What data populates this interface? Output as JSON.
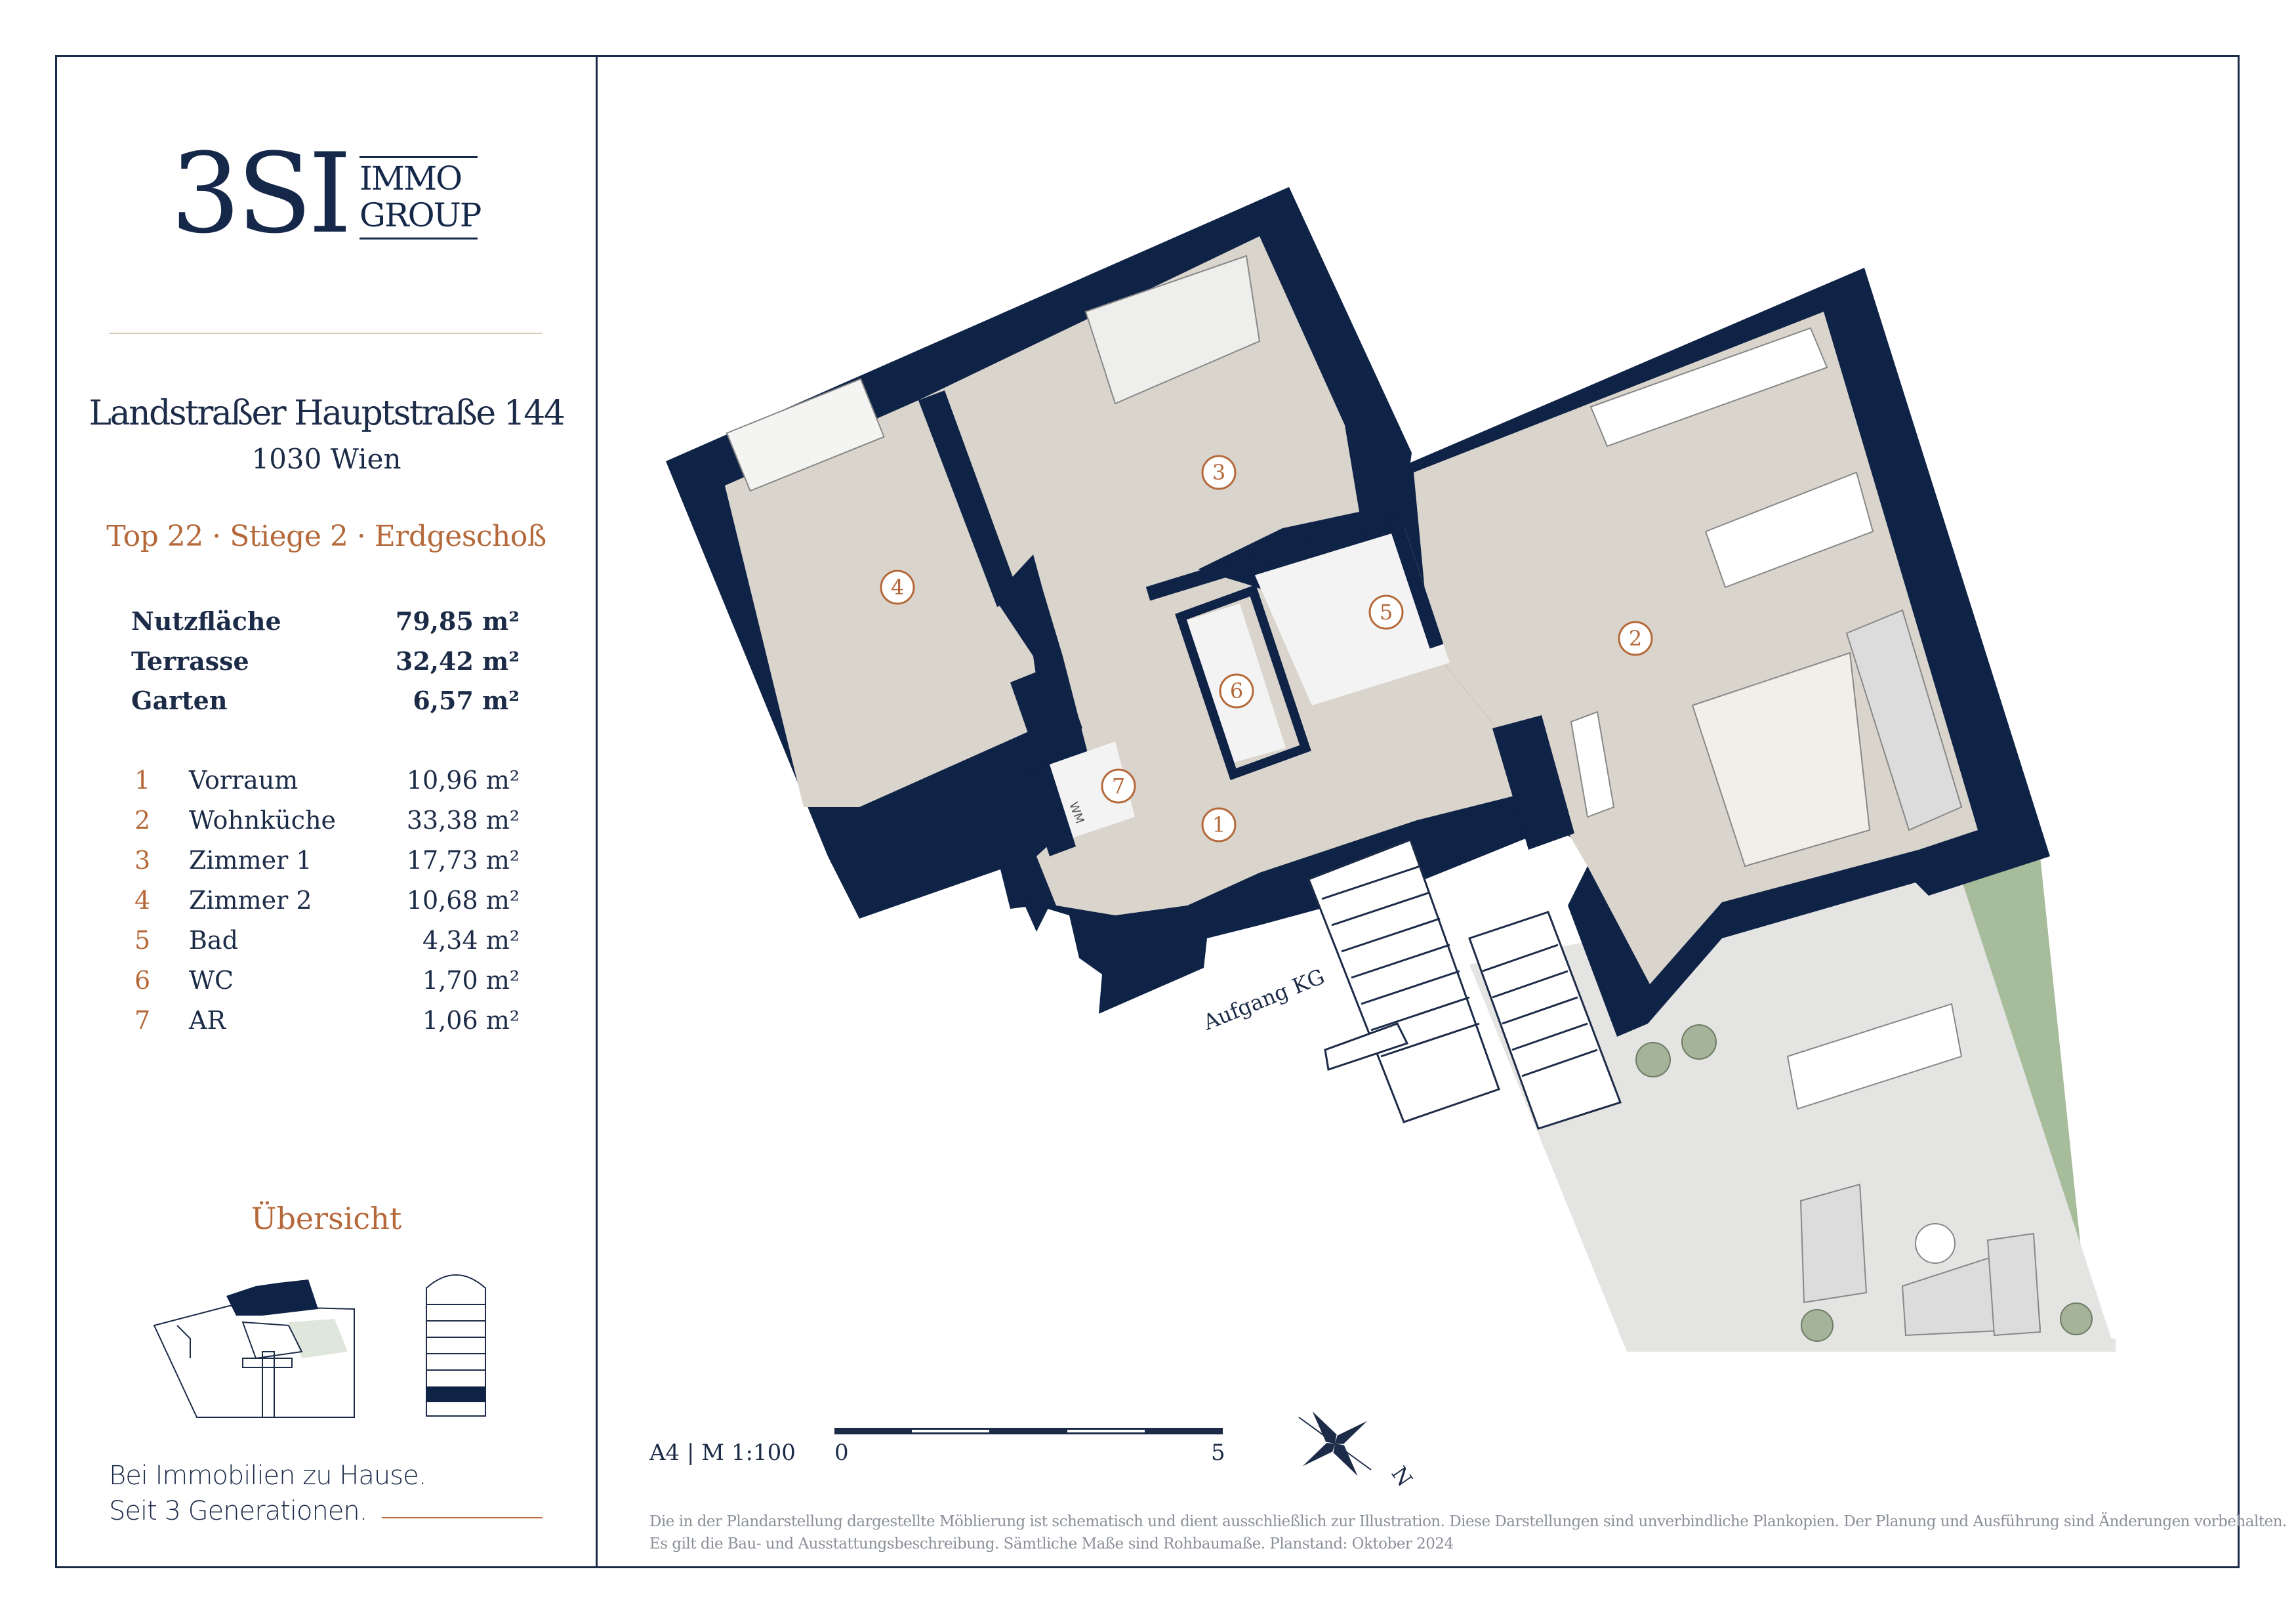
{
  "brand": {
    "logo_main": "3SI",
    "logo_line1": "IMMO",
    "logo_line2": "GROUP",
    "color_navy": "#16284a",
    "color_copper": "#b5693a"
  },
  "address": {
    "street": "Landstraßer Hauptstraße 144",
    "city": "1030 Wien"
  },
  "unit_line": "Top 22 · Stiege 2 · Erdgeschoß",
  "areas": [
    {
      "label": "Nutzfläche",
      "value": "79,85 m²"
    },
    {
      "label": "Terrasse",
      "value": "32,42 m²"
    },
    {
      "label": "Garten",
      "value": "6,57 m²"
    }
  ],
  "rooms": [
    {
      "num": "1",
      "name": "Vorraum",
      "area": "10,96 m²"
    },
    {
      "num": "2",
      "name": "Wohnküche",
      "area": "33,38 m²"
    },
    {
      "num": "3",
      "name": "Zimmer 1",
      "area": "17,73 m²"
    },
    {
      "num": "4",
      "name": "Zimmer 2",
      "area": "10,68 m²"
    },
    {
      "num": "5",
      "name": "Bad",
      "area": "4,34 m²"
    },
    {
      "num": "6",
      "name": "WC",
      "area": "1,70 m²"
    },
    {
      "num": "7",
      "name": "AR",
      "area": "1,06 m²"
    }
  ],
  "overview_title": "Übersicht",
  "slogan": [
    "Bei Immobilien zu Hause.",
    "Seit 3 Generationen."
  ],
  "plan": {
    "stair_label": "Aufgang KG",
    "wm_label": "WM",
    "compass_label": "N"
  },
  "scale": {
    "format": "A4 | M 1:100",
    "start": "0",
    "end": "5"
  },
  "disclaimer": [
    "Die in der Plandarstellung dargestellte Möblierung ist schematisch und dient ausschließlich zur Illustration. Diese Darstellungen sind unverbindliche Plankopien. Der Planung und Ausführung sind Änderungen vorbehalten.",
    "Es gilt die Bau- und Ausstattungsbeschreibung. Sämtliche Maße sind Rohbaumaße. Planstand: Oktober 2024"
  ]
}
